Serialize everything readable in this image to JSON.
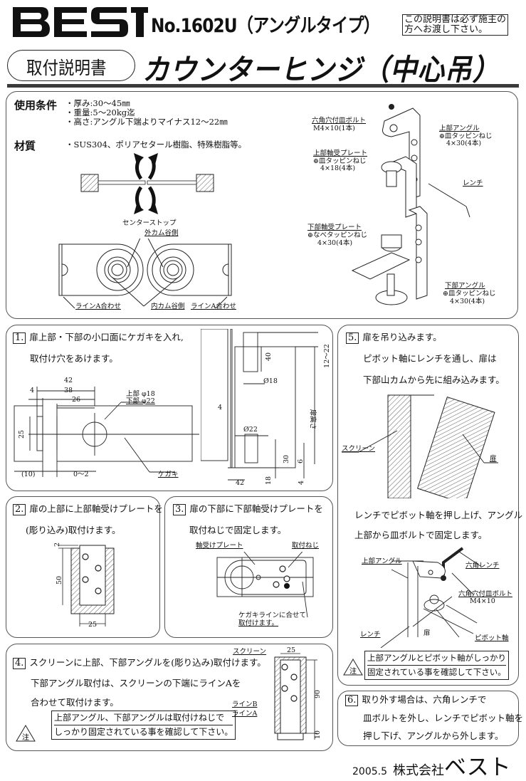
{
  "header": {
    "brand": "BEST",
    "model": "No.1602U（アングルタイプ）",
    "notice_line1": "この説明書は必ず施主の",
    "notice_line2": "方へお渡し下さい。",
    "doc_type": "取付説明書",
    "title": "カウンターヒンジ（中心吊）"
  },
  "specs": {
    "usage_label": "使用条件",
    "usage_items": [
      "・厚み:30〜45㎜",
      "・重量:5〜20kg迄",
      "・高さ:アングル下端よりマイナス12〜22㎜"
    ],
    "material_label": "材質",
    "material_text": "・SUS304、ポリアセタール樹脂、特殊樹脂等。",
    "center_stop_label": "センターストップ",
    "outer_cam_label": "外カム谷側",
    "inner_cam_label": "内カム谷側",
    "line_a_label_left": "ラインA合わせ",
    "line_a_label_right": "ラインA合わせ"
  },
  "parts": {
    "bolt_name": "六角穴付皿ボルト",
    "bolt_spec": "M4×10(1本)",
    "upper_angle": "上部アングル",
    "upper_angle_screw": "⊕皿タッピンねじ",
    "upper_angle_screw_spec": "4×30(4本)",
    "upper_plate": "上部軸受プレート",
    "upper_plate_screw": "⊕皿タッピンねじ",
    "upper_plate_screw_spec": "4×18(4本)",
    "wrench": "レンチ",
    "lower_plate": "下部軸受プレート",
    "lower_plate_screw": "⊕なべタッピンねじ",
    "lower_plate_screw_spec": "4×30(4本)",
    "lower_angle": "下部アングル",
    "lower_angle_screw": "⊕皿タッピンねじ",
    "lower_angle_screw_spec": "4×30(4本)"
  },
  "step1": {
    "num": "1.",
    "line1": "扉上部・下部の小口面にケガキを入れ,",
    "line2": "取付け穴をあけます。",
    "dim_42": "42",
    "dim_38": "38",
    "dim_26": "26",
    "dim_4": "4",
    "dim_25": "25",
    "dim_10": "(10)",
    "dim_0_2": "0〜2",
    "hole_upper": "上部 φ18",
    "hole_lower": "下部 φ22",
    "scribe": "ケガキ",
    "side_40": "40",
    "side_d18": "Ø18",
    "side_d22": "Ø22",
    "side_4": "4",
    "side_30": "30",
    "side_6": "6",
    "side_18": "18",
    "side_4b": "4",
    "side_42": "42",
    "side_12_22": "12〜22",
    "side_height": "扉高さ"
  },
  "step2": {
    "num": "2.",
    "line1": "扉の上部に上部軸受けプレートを",
    "line2": "(彫り込み)取付けます。",
    "dim_2": "2",
    "dim_50": "50",
    "dim_25": "25"
  },
  "step3": {
    "num": "3.",
    "line1": "扉の下部に下部軸受けプレートを",
    "line2": "取付ねじで固定します。",
    "plate_label": "軸受けプレート",
    "screw_label": "取付ねじ",
    "note1": "ケガキラインに合せて",
    "note2": "取付けます。"
  },
  "step4": {
    "num": "4.",
    "line1": "スクリーンに上部、下部アングルを(彫り込み)取付けます。",
    "line2": "下部アングル取付は、スクリーンの下端にラインAを",
    "line3": "合わせて取付けます。",
    "caution_mark": "注",
    "caution1": "上部アングル、下部アングルは取付けねじで",
    "caution2": "しっかり固定されている事を確認して下さい。",
    "screen_label": "スクリーン",
    "line_b": "ラインB",
    "line_a": "ラインA",
    "dim_25": "25",
    "dim_90": "90",
    "dim_10": "10"
  },
  "step5": {
    "num": "5.",
    "line1": "扉を吊り込みます。",
    "line2": "ピボット軸にレンチを通し、扉は",
    "line3": "下部山カムから先に組み込みます。",
    "screen_label": "スクリーン",
    "door_label": "扉",
    "line4": "レンチでピボット軸を押し上げ、アングル",
    "line5": "上部から皿ボルトで固定します。",
    "upper_angle": "上部アングル",
    "hex_wrench": "六角レンチ",
    "bolt": "六角穴付皿ボルト",
    "bolt_spec": "M4×10",
    "wrench": "レンチ",
    "door": "扉",
    "pivot": "ピボット軸",
    "caution_mark": "注",
    "caution1": "上部アングルとピボット軸がしっかり",
    "caution2": "固定されている事を確認して下さい。"
  },
  "step6": {
    "num": "6.",
    "line1": "取り外す場合は、六角レンチで",
    "line2": "皿ボルトを外し、レンチでピボット軸を",
    "line3": "押し下げ、アングルから外します。"
  },
  "footer": {
    "date": "2005.5",
    "company_prefix": "株式会社",
    "company_name": "ベスト"
  }
}
